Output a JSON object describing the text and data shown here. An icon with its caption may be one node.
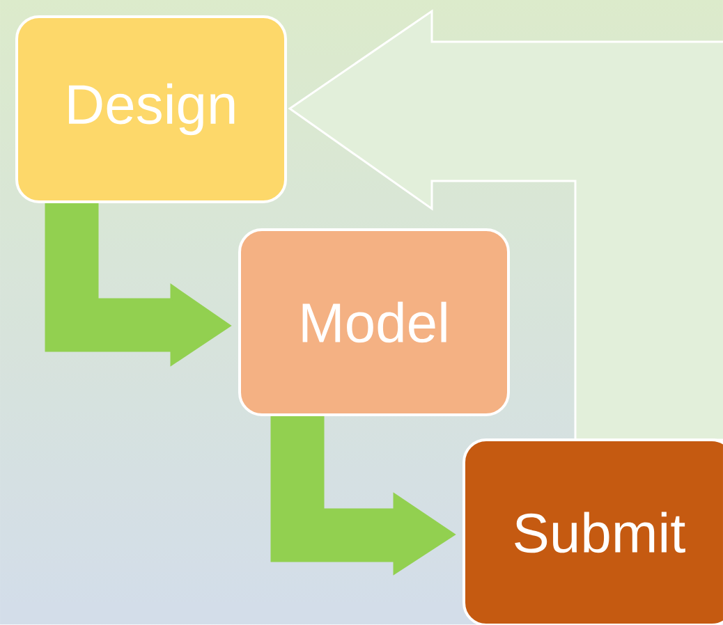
{
  "diagram": {
    "nodes": [
      {
        "text": [
          "Design"
        ]
      },
      {
        "text": [
          "Model"
        ]
      },
      {
        "text": [
          "Submit"
        ]
      }
    ],
    "edges": [
      {
        "from": 0,
        "to": 1,
        "arrow": "to"
      },
      {
        "from": 1,
        "to": 2,
        "arrow": "to"
      },
      {
        "from": 2,
        "to": 0,
        "arrow": "to",
        "color": "#e2efda"
      }
    ]
  }
}
